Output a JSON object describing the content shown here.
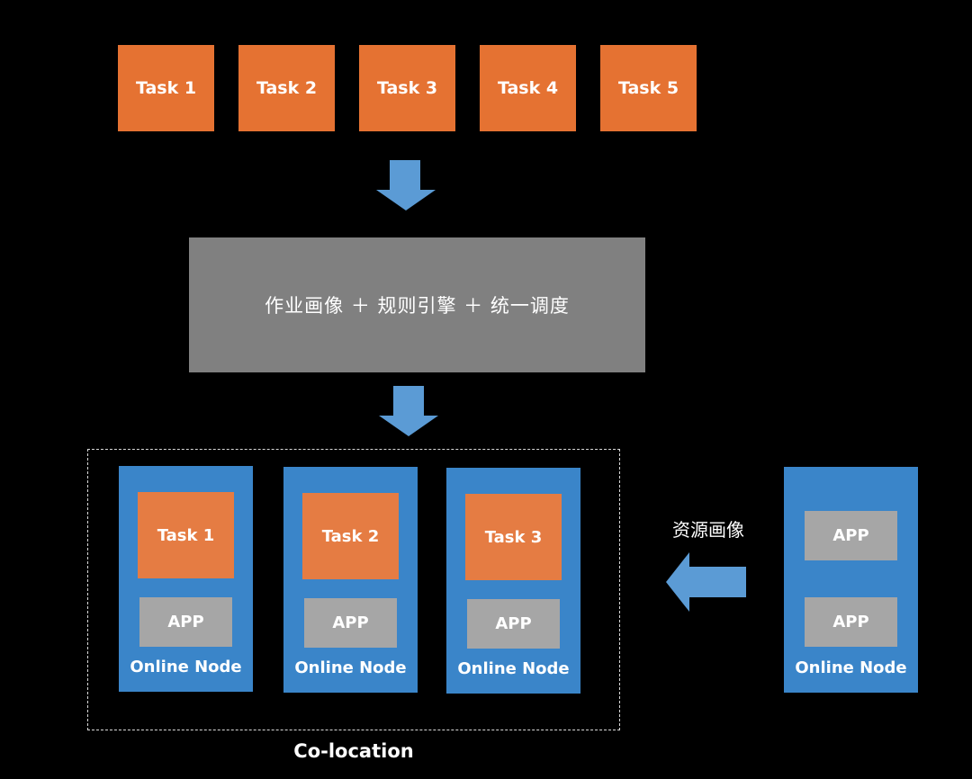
{
  "tasks": [
    {
      "label": "Task 1"
    },
    {
      "label": "Task 2"
    },
    {
      "label": "Task 3"
    },
    {
      "label": "Task 4"
    },
    {
      "label": "Task 5"
    }
  ],
  "engine": {
    "label": "作业画像 ＋ 规则引擎 ＋ 统一调度"
  },
  "colocation": {
    "label": "Co-location",
    "nodes": [
      {
        "task": "Task 1",
        "app": "APP",
        "label": "Online Node"
      },
      {
        "task": "Task 2",
        "app": "APP",
        "label": "Online Node"
      },
      {
        "task": "Task 3",
        "app": "APP",
        "label": "Online Node"
      }
    ]
  },
  "resource": {
    "label": "资源画像",
    "node": {
      "apps": [
        "APP",
        "APP"
      ],
      "label": "Online Node"
    }
  },
  "colors": {
    "background": "#000000",
    "task_orange": "#E57232",
    "node_blue": "#3A85C9",
    "app_gray": "#A6A6A6",
    "engine_gray": "#808080",
    "arrow_blue": "#5B9BD5"
  }
}
